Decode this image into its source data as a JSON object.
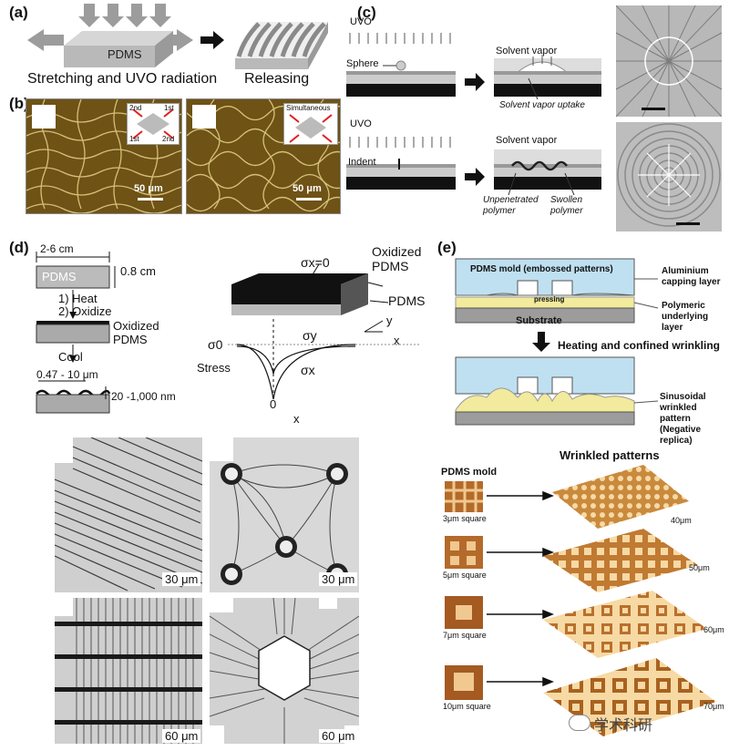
{
  "panels": {
    "a": {
      "label": "(a)",
      "substrate": "PDMS",
      "step1": "Stretching and UVO radiation",
      "step2": "Releasing"
    },
    "b": {
      "label": "(b)",
      "inset1": {
        "tl": "2nd",
        "tr": "1st",
        "bl": "1st",
        "br": "2nd"
      },
      "inset2": "Simultaneous",
      "scale1": "50 μm",
      "scale2": "50 μm"
    },
    "c": {
      "label": "(c)",
      "uvo1": "UVO",
      "sphere": "Sphere",
      "solvent1": "Solvent vapor",
      "uptake": "Solvent vapor uptake",
      "uvo2": "UVO",
      "indent": "Indent",
      "solvent2": "Solvent vapor",
      "unpenetrated": "Unpenetrated polymer",
      "swollen": "Swollen polymer"
    },
    "d": {
      "label": "(d)",
      "width": "2-6 cm",
      "pdms": "PDMS",
      "thickness": "0.8 cm",
      "heat": "1) Heat",
      "oxidize": "2) Oxidize",
      "oxidized_pdms": "Oxidized PDMS",
      "cool": "Cool",
      "wavelength": "0.47 - 10 μm",
      "amplitude": "20 -1,000 nm",
      "sigma_x0": "σx=0",
      "oxidized_pdms2": "Oxidized PDMS",
      "pdms2": "PDMS",
      "sigma0": "σ0",
      "stress": "Stress",
      "sigma_y": "σy",
      "sigma_x": "σx",
      "zero": "0",
      "x_axis": "x",
      "axis_y": "y",
      "axis_x": "x",
      "scale_tl": "30 μm",
      "scale_tr": "30 μm",
      "scale_bl": "60 μm",
      "scale_br": "60 μm"
    },
    "e": {
      "label": "(e)",
      "mold": "PDMS mold (embossed patterns)",
      "aluminium": "Aluminium capping layer",
      "pressing": "pressing",
      "underlying": "Polymeric underlying layer",
      "substrate": "Substrate",
      "step": "Heating and confined wrinkling",
      "sinusoidal": "Sinusoidal wrinkled pattern (Negative replica)",
      "mold_title": "PDMS mold",
      "wrinkled_title": "Wrinkled patterns",
      "molds": [
        "3μm square",
        "5μm square",
        "7μm square",
        "10μm square"
      ],
      "periods": [
        "40μm",
        "50μm",
        "60μm",
        "70μm"
      ]
    }
  },
  "watermark": "学术科研",
  "colors": {
    "gold": "#8a6a1e",
    "blue": "#bfe0f0",
    "yellow": "#f2ea9c",
    "afm": "#c98a3e"
  }
}
